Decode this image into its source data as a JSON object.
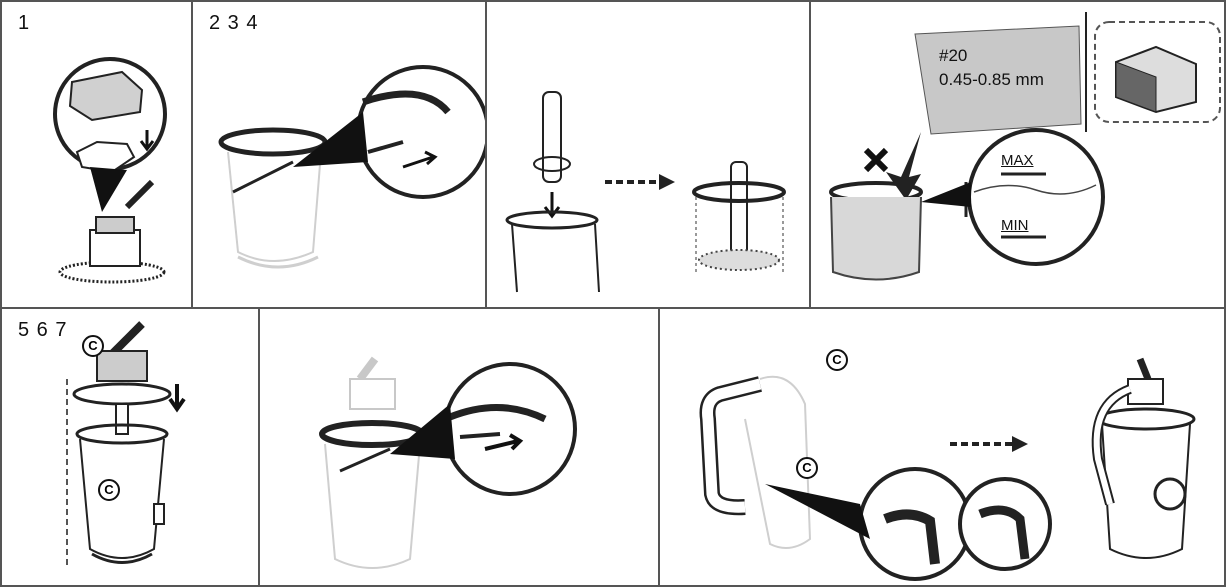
{
  "steps": {
    "p1": "1",
    "p2": "2 3 4",
    "p5": "5 6 7"
  },
  "sand_bag": {
    "grade": "#20",
    "size": "0.45-0.85 mm"
  },
  "gauge": {
    "max": "MAX",
    "min": "MIN"
  },
  "clamp_marker": "C",
  "colors": {
    "line": "#222222",
    "light_line": "#bdbdbd",
    "bag": "#c8c8c8",
    "arrow": "#1a1a1a"
  }
}
